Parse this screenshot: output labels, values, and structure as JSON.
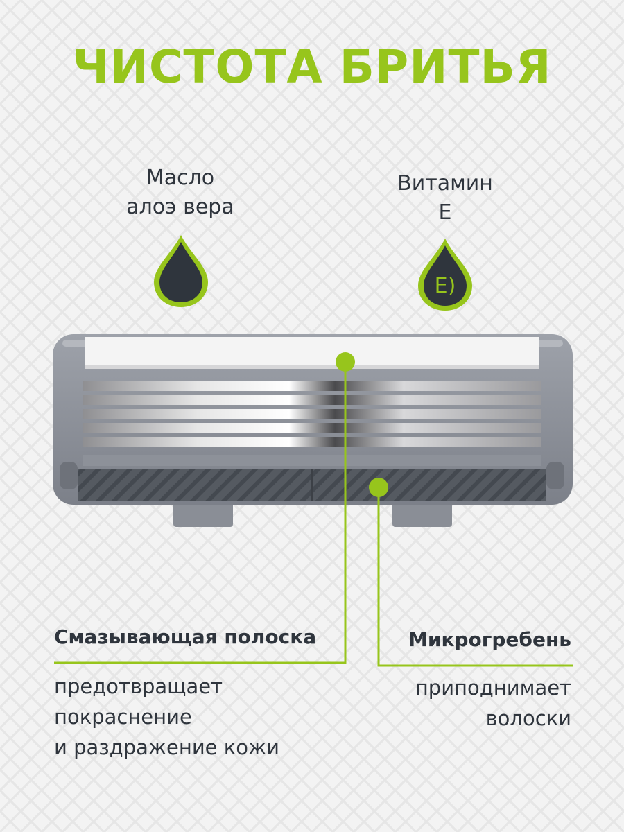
{
  "title": "ЧИСТОТА БРИТЬЯ",
  "features": [
    {
      "line1": "Масло",
      "line2": "алоэ вера"
    },
    {
      "line1": "Витамин",
      "line2": "E",
      "drop_letter": "E)"
    }
  ],
  "callouts": {
    "left": {
      "heading": "Смазывающая полоска",
      "lines": [
        "предотвращает",
        "покраснение",
        "и раздражение кожи"
      ]
    },
    "right": {
      "heading": "Микрогребень",
      "lines": [
        "приподнимает",
        "волоски"
      ]
    }
  },
  "colors": {
    "accent": "#97c51c",
    "dark": "#2f353d",
    "background": "#f3f3f3"
  },
  "icons": [
    "drop-icon",
    "vitamin-e-drop-icon"
  ]
}
